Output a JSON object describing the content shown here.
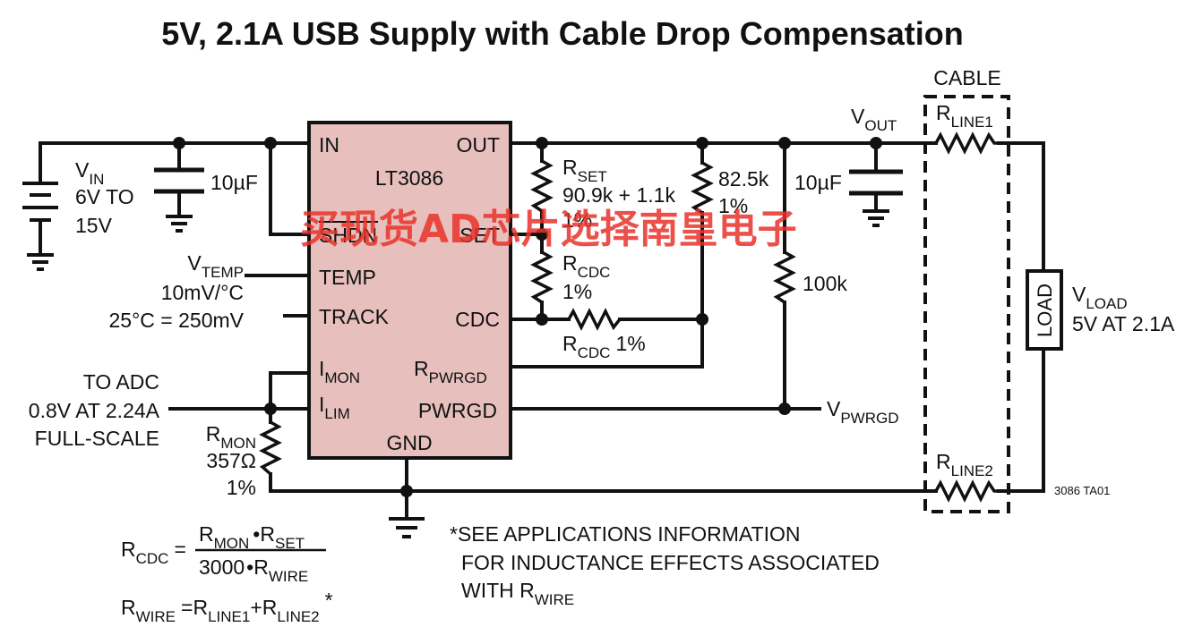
{
  "title": "5V, 2.1A USB Supply with Cable Drop Compensation",
  "colors": {
    "ic_fill": "#e7c0bd",
    "ink": "#111111",
    "watermark": "#e8332a"
  },
  "ic": {
    "name": "LT3086",
    "pins": {
      "in": "IN",
      "shdn": "SHDN",
      "temp": "TEMP",
      "track": "TRACK",
      "imon_main": "I",
      "imon_sub": "MON",
      "ilim_main": "I",
      "ilim_sub": "LIM",
      "gnd": "GND",
      "out": "OUT",
      "set": "SET",
      "cdc": "CDC",
      "rpwrgd_main": "R",
      "rpwrgd_sub": "PWRGD",
      "pwrgd": "PWRGD"
    }
  },
  "vin": {
    "main": "V",
    "sub": "IN",
    "line2": "6V TO",
    "line3": "15V"
  },
  "cin": {
    "value": "10µF"
  },
  "vtemp": {
    "main": "V",
    "sub": "TEMP",
    "line2": "10mV/°C",
    "line3": "25°C = 250mV"
  },
  "adc": {
    "line1": "TO ADC",
    "line2": "0.8V AT 2.24A",
    "line3": "FULL-SCALE"
  },
  "rmon": {
    "main": "R",
    "sub": "MON",
    "value": "357Ω",
    "tol": "1%"
  },
  "rset": {
    "main": "R",
    "sub": "SET",
    "value": "90.9k + 1.1k",
    "tol": "1%"
  },
  "rcdc_v": {
    "main": "R",
    "sub": "CDC",
    "tol": "1%"
  },
  "rcdc_h": {
    "main": "R",
    "sub": "CDC",
    "tol": "1%"
  },
  "r82": {
    "value": "82.5k",
    "tol": "1%"
  },
  "r100": {
    "value": "100k"
  },
  "vout": {
    "main": "V",
    "sub": "OUT"
  },
  "cout": {
    "value": "10µF"
  },
  "vpwrgd": {
    "main": "V",
    "sub": "PWRGD"
  },
  "cable": {
    "label": "CABLE",
    "rline1_main": "R",
    "rline1_sub": "LINE1",
    "rline2_main": "R",
    "rline2_sub": "LINE2"
  },
  "load": {
    "box": "LOAD",
    "main": "V",
    "sub": "LOAD",
    "line2": "5V AT 2.1A"
  },
  "figure_id": "3086 TA01",
  "formula": {
    "lhs_main": "R",
    "lhs_sub": "CDC",
    "eq": "=",
    "num_r1": "R",
    "num_s1": "MON",
    "bullet": "•",
    "num_r2": "R",
    "num_s2": "SET",
    "den_a": "3000",
    "den_r": "R",
    "den_s": "WIRE",
    "l2_main": "R",
    "l2_sub": "WIRE",
    "l2_eq": "=",
    "l2_r1": "R",
    "l2_s1": "LINE1",
    "plus": "+",
    "l2_r2": "R",
    "l2_s2": "LINE2",
    "star": "*"
  },
  "note": {
    "line1": "*SEE APPLICATIONS INFORMATION",
    "line2": "FOR INDUCTANCE EFFECTS ASSOCIATED",
    "line3_main": "WITH R",
    "line3_sub": "WIRE"
  },
  "watermark": "买现货AD芯片选择南皇电子"
}
